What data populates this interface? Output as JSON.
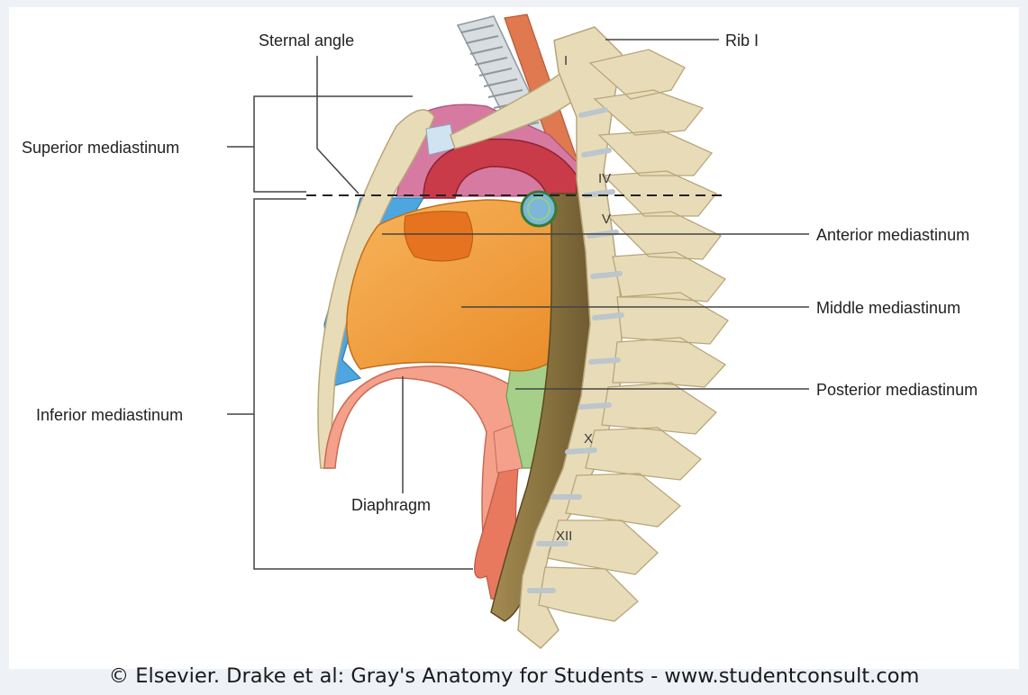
{
  "labels": {
    "sternal_angle": "Sternal angle",
    "rib_i": "Rib I",
    "superior_mediastinum": "Superior mediastinum",
    "anterior_mediastinum": "Anterior mediastinum",
    "middle_mediastinum": "Middle mediastinum",
    "posterior_mediastinum": "Posterior mediastinum",
    "inferior_mediastinum": "Inferior mediastinum",
    "diaphragm": "Diaphragm"
  },
  "vertebra_numerals": {
    "i": "I",
    "iv": "IV",
    "v": "V",
    "x": "X",
    "xii": "XII"
  },
  "credit": "© Elsevier. Drake et al: Gray's Anatomy for Students - www.studentconsult.com",
  "colors": {
    "bone": "#e8dcb8",
    "bone_outline": "#b8a67a",
    "pericardium": "#f2a23e",
    "anterior_blue": "#4da6e0",
    "superior_pink": "#d67aa2",
    "aorta": "#c93b48",
    "esophagus": "#8a7440",
    "posterior_green": "#a6d08a",
    "diaphragm": "#f4a08a",
    "disc": "#bcc6cc"
  }
}
